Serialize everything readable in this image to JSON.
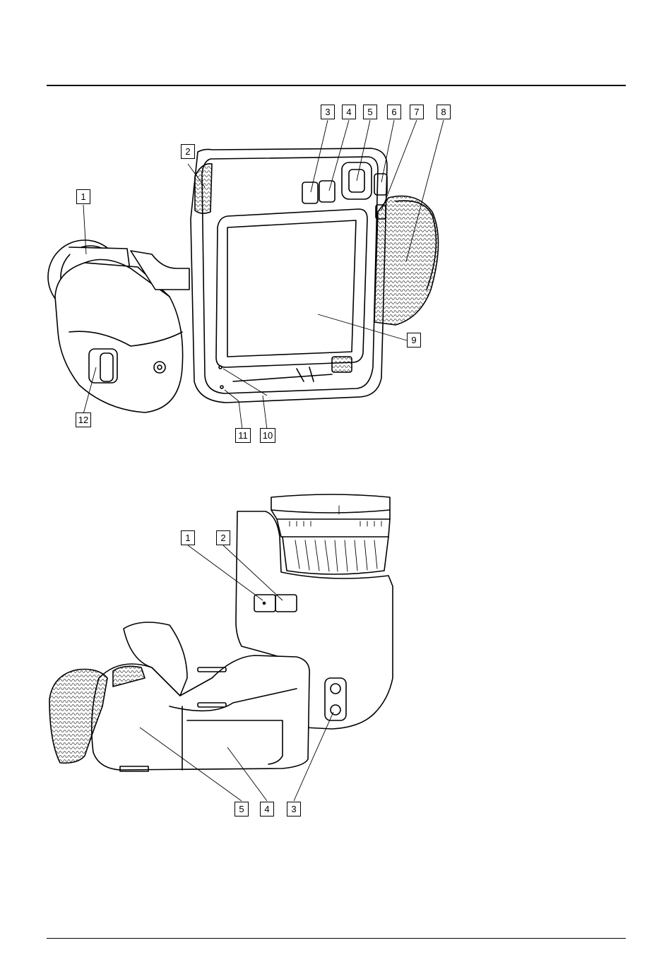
{
  "figure1": {
    "callouts": [
      "1",
      "2",
      "3",
      "4",
      "5",
      "6",
      "7",
      "8",
      "9",
      "10",
      "11",
      "12"
    ]
  },
  "figure2": {
    "callouts": [
      "1",
      "2",
      "3",
      "4",
      "5"
    ]
  }
}
